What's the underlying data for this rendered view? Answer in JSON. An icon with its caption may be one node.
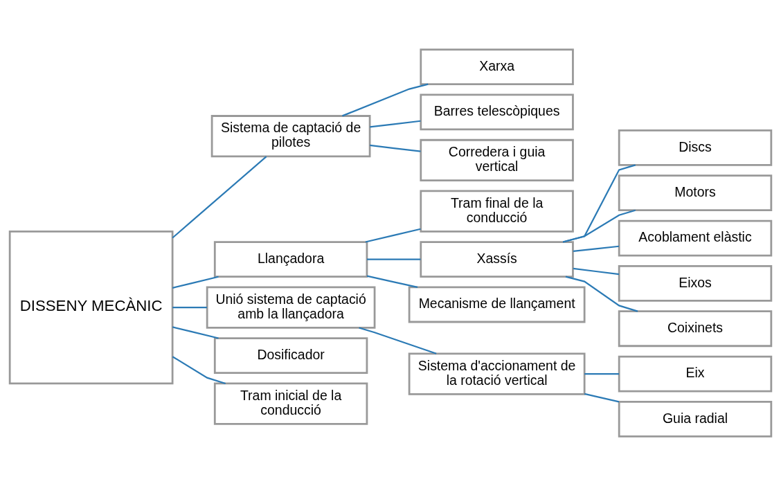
{
  "diagram": {
    "nodes": [
      {
        "text": [
          "DISSENY MECÀNIC"
        ]
      },
      {
        "text": [
          "Sistema de captació de pilotes"
        ]
      },
      {
        "text": [
          "Xarxa"
        ]
      },
      {
        "text": [
          "Barres telescòpiques"
        ]
      },
      {
        "text": [
          "Corredera i guia vertical"
        ]
      },
      {
        "text": [
          "Llançadora"
        ]
      },
      {
        "text": [
          "Tram final de la conducció"
        ]
      },
      {
        "text": [
          "Xassís"
        ]
      },
      {
        "text": [
          "Discs"
        ]
      },
      {
        "text": [
          "Motors"
        ]
      },
      {
        "text": [
          "Acoblament elàstic"
        ]
      },
      {
        "text": [
          "Eixos"
        ]
      },
      {
        "text": [
          "Coixinets"
        ]
      },
      {
        "text": [
          "Mecanisme de llançament"
        ]
      },
      {
        "text": [
          "Unió sistema de captació amb la llançadora"
        ]
      },
      {
        "text": [
          "Sistema d'accionament de la rotació vertical"
        ]
      },
      {
        "text": [
          "Eix"
        ]
      },
      {
        "text": [
          "Guia radial"
        ]
      },
      {
        "text": [
          "Dosificador"
        ]
      },
      {
        "text": [
          "Tram inicial de la conducció"
        ]
      }
    ],
    "edges": [
      {
        "from": 0,
        "to": 1,
        "arrow": "none"
      },
      {
        "from": 1,
        "to": 2,
        "arrow": "none"
      },
      {
        "from": 1,
        "to": 3,
        "arrow": "none"
      },
      {
        "from": 1,
        "to": 4,
        "arrow": "none"
      },
      {
        "from": 0,
        "to": 5,
        "arrow": "none"
      },
      {
        "from": 5,
        "to": 6,
        "arrow": "none"
      },
      {
        "from": 5,
        "to": 7,
        "arrow": "none"
      },
      {
        "from": 7,
        "to": 8,
        "arrow": "none"
      },
      {
        "from": 7,
        "to": 9,
        "arrow": "none"
      },
      {
        "from": 7,
        "to": 10,
        "arrow": "none"
      },
      {
        "from": 7,
        "to": 11,
        "arrow": "none"
      },
      {
        "from": 7,
        "to": 12,
        "arrow": "none"
      },
      {
        "from": 5,
        "to": 13,
        "arrow": "none"
      },
      {
        "from": 0,
        "to": 14,
        "arrow": "none"
      },
      {
        "from": 14,
        "to": 15,
        "arrow": "none"
      },
      {
        "from": 15,
        "to": 16,
        "arrow": "none"
      },
      {
        "from": 15,
        "to": 17,
        "arrow": "none"
      },
      {
        "from": 0,
        "to": 18,
        "arrow": "none"
      },
      {
        "from": 0,
        "to": 19,
        "arrow": "none"
      }
    ]
  }
}
